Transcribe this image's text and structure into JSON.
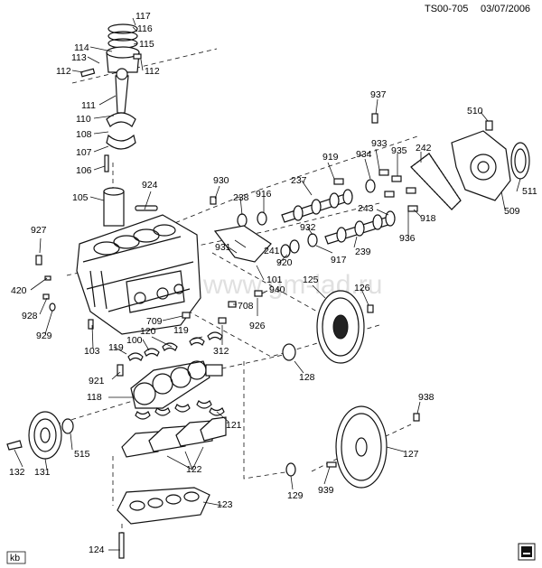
{
  "header": {
    "drawing_id": "TS00-705",
    "date": "03/07/2006"
  },
  "watermark": "www.gm-lad.ru",
  "corner_tag": "kb",
  "callouts": [
    "117",
    "116",
    "115",
    "114",
    "113",
    "112",
    "112",
    "111",
    "110",
    "108",
    "107",
    "106",
    "105",
    "924",
    "930",
    "927",
    "420",
    "928",
    "929",
    "103",
    "119",
    "120",
    "100",
    "119",
    "921",
    "118",
    "131",
    "132",
    "515",
    "122",
    "123",
    "124",
    "937",
    "919",
    "933",
    "934",
    "935",
    "242",
    "510",
    "511",
    "509",
    "918",
    "936",
    "238",
    "916",
    "237",
    "243",
    "932",
    "917",
    "239",
    "931",
    "241",
    "920",
    "101",
    "125",
    "126",
    "940",
    "708",
    "926",
    "709",
    "312",
    "128",
    "121",
    "938",
    "127",
    "129",
    "939"
  ],
  "symbols": {
    "logo": "gm-emblem-icon"
  }
}
